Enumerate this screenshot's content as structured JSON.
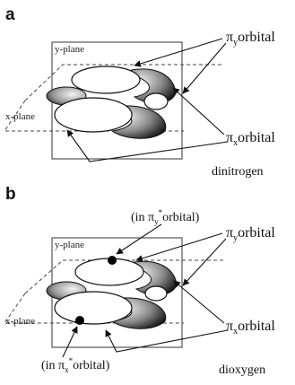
{
  "panels": [
    {
      "letter": "a",
      "y_plane": "y-plane",
      "x_plane": "x-plane",
      "pi_symbol": "π",
      "pi_y_sub": "y",
      "pi_y_text": "orbital",
      "pi_x_sub": "x",
      "pi_x_text": "orbital",
      "molecule": "dinitrogen"
    },
    {
      "letter": "b",
      "y_plane": "y-plane",
      "x_plane": "x-plane",
      "pi_symbol": "π",
      "pi_y_sub": "y",
      "pi_y_text": "orbital",
      "pi_x_sub": "x",
      "pi_x_text": "orbital",
      "molecule": "dioxygen",
      "electron_y_prefix": "(in π",
      "electron_y_sub": "y",
      "electron_y_sup": "*",
      "electron_y_suffix": "orbital)",
      "electron_x_prefix": "(in π",
      "electron_x_sub": "x",
      "electron_x_sup": "*",
      "electron_x_suffix": "orbital)"
    }
  ],
  "colors": {
    "shaded_lobe_dark": "#1a1a1a",
    "shaded_lobe_light": "#e8e8e8",
    "electron_dot": "#000000"
  }
}
